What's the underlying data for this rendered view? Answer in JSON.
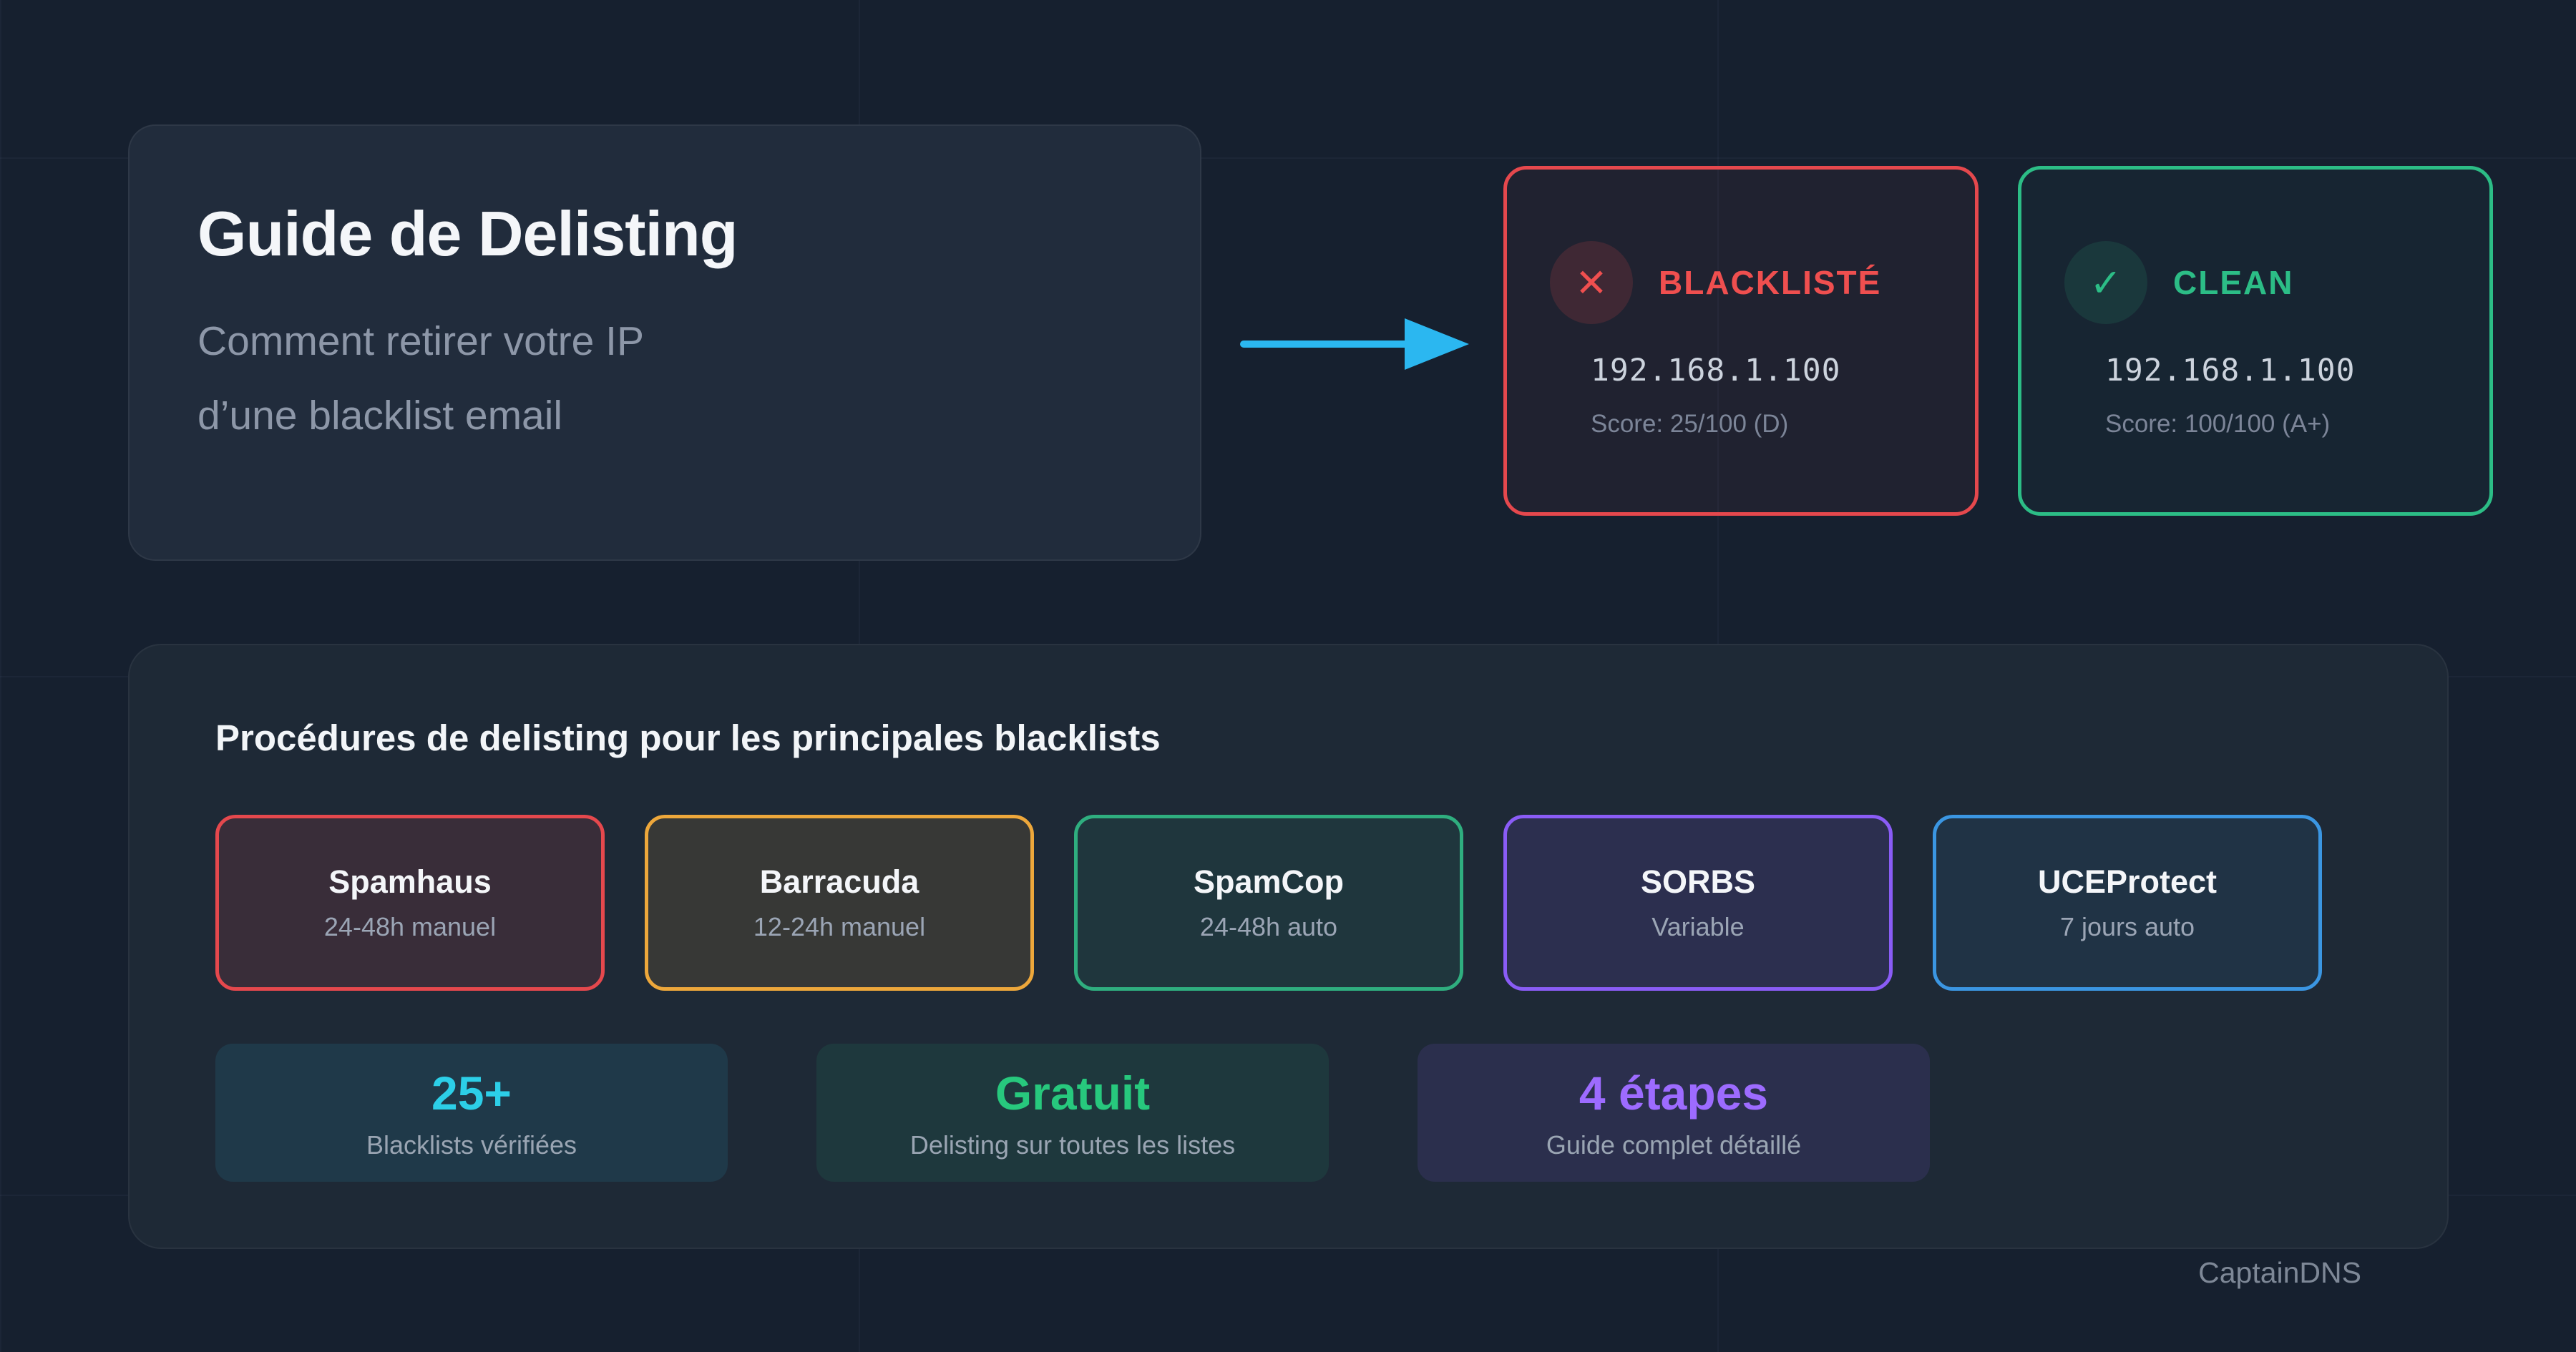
{
  "header": {
    "title": "Guide de Delisting",
    "subtitle_line1": "Comment retirer votre IP",
    "subtitle_line2": "d’une blacklist email"
  },
  "colors": {
    "arrow": "#2bb7f0"
  },
  "status_cards": {
    "blacklisted": {
      "label": "BLACKLISTÉ",
      "icon_glyph": "✕",
      "ip": "192.168.1.100",
      "score": "Score: 25/100 (D)",
      "color": "#ef4f4f",
      "border": "#e5484d",
      "icon_bg": "rgba(229,72,77,0.16)",
      "bg": "rgba(229,72,77,0.05)"
    },
    "clean": {
      "label": "CLEAN",
      "icon_glyph": "✓",
      "ip": "192.168.1.100",
      "score": "Score: 100/100 (A+)",
      "color": "#2cbd86",
      "border": "#2cbd86",
      "icon_bg": "rgba(44,189,134,0.13)",
      "bg": "rgba(44,189,134,0.04)"
    }
  },
  "procedures": {
    "heading": "Procédures de delisting pour les principales blacklists",
    "blacklists": [
      {
        "name": "Spamhaus",
        "delay": "24-48h manuel",
        "color": "#e5484d",
        "bg": "rgba(229,72,77,0.14)"
      },
      {
        "name": "Barracuda",
        "delay": "12-24h manuel",
        "color": "#eda73b",
        "bg": "rgba(237,167,59,0.12)"
      },
      {
        "name": "SpamCop",
        "delay": "24-48h auto",
        "color": "#2fae7f",
        "bg": "rgba(47,174,127,0.10)"
      },
      {
        "name": "SORBS",
        "delay": "Variable",
        "color": "#8a5cf6",
        "bg": "rgba(138,92,246,0.13)"
      },
      {
        "name": "UCEProtect",
        "delay": "7 jours auto",
        "color": "#3b96e2",
        "bg": "rgba(59,150,226,0.09)"
      }
    ],
    "stats": [
      {
        "value": "25+",
        "label": "Blacklists vérifiées",
        "color": "#2ccfe8",
        "bg": "rgba(44,195,232,0.11)"
      },
      {
        "value": "Gratuit",
        "label": "Delisting sur toutes les listes",
        "color": "#27c87d",
        "bg": "rgba(39,200,125,0.10)"
      },
      {
        "value": "4 étapes",
        "label": "Guide complet détaillé",
        "color": "#9d6bff",
        "bg": "rgba(139,92,246,0.12)"
      }
    ]
  },
  "footer": {
    "brand": "CaptainDNS"
  }
}
